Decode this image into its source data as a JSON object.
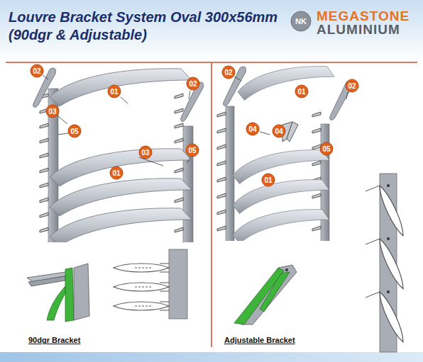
{
  "diagram": {
    "title": "Louvre Bracket System Oval 300x56mm (90dgr & Adjustable)",
    "nodes": [
      {
        "text": [
          "NK"
        ]
      },
      {
        "text": [
          "02"
        ]
      },
      {
        "text": [
          "01"
        ]
      },
      {
        "text": [
          "02"
        ]
      },
      {
        "text": [
          "03"
        ]
      },
      {
        "text": [
          "05"
        ]
      },
      {
        "text": [
          "03"
        ]
      },
      {
        "text": [
          "05"
        ]
      },
      {
        "text": [
          "01"
        ]
      },
      {
        "text": [
          "02"
        ]
      },
      {
        "text": [
          "01"
        ]
      },
      {
        "text": [
          "02"
        ]
      },
      {
        "text": [
          "04"
        ]
      },
      {
        "text": [
          "04"
        ]
      },
      {
        "text": [
          "05"
        ]
      },
      {
        "text": [
          "01"
        ]
      }
    ],
    "labels": [
      "MEGASTONE",
      "ALUMINIUM",
      "90dgr Bracket",
      "Adjustable Bracket"
    ]
  }
}
